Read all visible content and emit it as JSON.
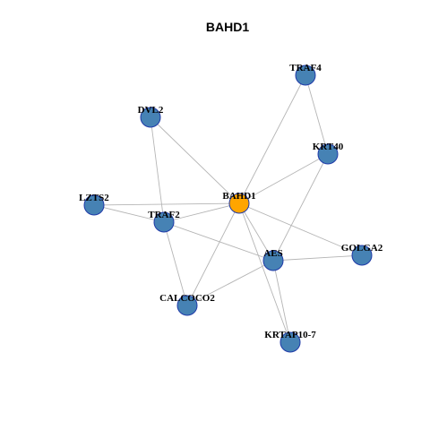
{
  "title": "BAHD1",
  "colors": {
    "center_node": "#FFA500",
    "node": "#4682B4",
    "node_border": "#1F3AA8",
    "edge": "#B5B5B5"
  },
  "nodes": [
    {
      "id": "BAHD1",
      "label": "BAHD1",
      "center": true
    },
    {
      "id": "TRAF4",
      "label": "TRAF4"
    },
    {
      "id": "DVL2",
      "label": "DVL2"
    },
    {
      "id": "KRT40",
      "label": "KRT40"
    },
    {
      "id": "LZTS2",
      "label": "LZTS2"
    },
    {
      "id": "TRAF2",
      "label": "TRAF2"
    },
    {
      "id": "GOLGA2",
      "label": "GOLGA2"
    },
    {
      "id": "AES",
      "label": "AES"
    },
    {
      "id": "CALCOCO2",
      "label": "CALCOCO2"
    },
    {
      "id": "KRTAP10-7",
      "label": "KRTAP10-7"
    }
  ],
  "edges": [
    [
      "BAHD1",
      "TRAF4"
    ],
    [
      "BAHD1",
      "DVL2"
    ],
    [
      "BAHD1",
      "KRT40"
    ],
    [
      "BAHD1",
      "LZTS2"
    ],
    [
      "BAHD1",
      "TRAF2"
    ],
    [
      "BAHD1",
      "GOLGA2"
    ],
    [
      "BAHD1",
      "AES"
    ],
    [
      "BAHD1",
      "CALCOCO2"
    ],
    [
      "BAHD1",
      "KRTAP10-7"
    ],
    [
      "TRAF4",
      "KRT40"
    ],
    [
      "KRT40",
      "AES"
    ],
    [
      "DVL2",
      "TRAF2"
    ],
    [
      "LZTS2",
      "TRAF2"
    ],
    [
      "TRAF2",
      "AES"
    ],
    [
      "TRAF2",
      "CALCOCO2"
    ],
    [
      "AES",
      "GOLGA2"
    ],
    [
      "AES",
      "CALCOCO2"
    ],
    [
      "AES",
      "KRTAP10-7"
    ]
  ]
}
